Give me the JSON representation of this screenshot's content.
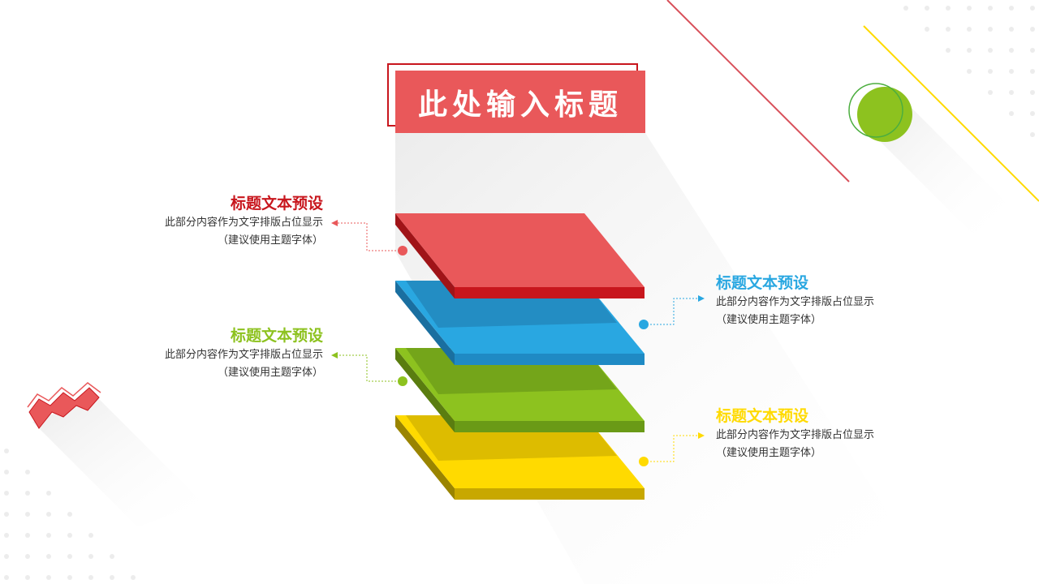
{
  "title": "此处输入标题",
  "colors": {
    "red": "#e9585a",
    "blue": "#29a7e1",
    "green": "#8dc21f",
    "yellow": "#ffda00",
    "dark_red": "#c8161d"
  },
  "layers": [
    {
      "name": "red-layer",
      "color": "#e9585a"
    },
    {
      "name": "blue-layer",
      "color": "#29a7e1"
    },
    {
      "name": "green-layer",
      "color": "#8dc21f"
    },
    {
      "name": "yellow-layer",
      "color": "#ffda00"
    }
  ],
  "labels": [
    {
      "title": "标题文本预设",
      "desc_line1": "此部分内容作为文字排版占位显示",
      "desc_line2": "（建议使用主题字体）",
      "color": "#c8161d"
    },
    {
      "title": "标题文本预设",
      "desc_line1": "此部分内容作为文字排版占位显示",
      "desc_line2": "（建议使用主题字体）",
      "color": "#8dc21f"
    },
    {
      "title": "标题文本预设",
      "desc_line1": "此部分内容作为文字排版占位显示",
      "desc_line2": "（建议使用主题字体）",
      "color": "#29a7e1"
    },
    {
      "title": "标题文本预设",
      "desc_line1": "此部分内容作为文字排版占位显示",
      "desc_line2": "（建议使用主题字体）",
      "color": "#ffda00"
    }
  ]
}
